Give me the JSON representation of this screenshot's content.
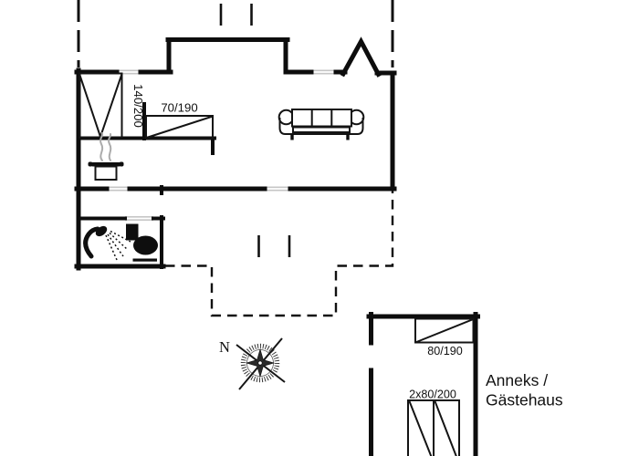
{
  "plan": {
    "type": "holiday-house floor plan",
    "labels": {
      "bed_double_main": "140/200",
      "bed_single_main": "70/190",
      "bed_single_annex": "80/190",
      "bed_double_annex": "2x80/200",
      "annex_line1": "Anneks /",
      "annex_line2": "Gästehaus",
      "compass_north": "N"
    },
    "colors": {
      "wall": "#0d0d0d",
      "furniture_line": "#141414",
      "window_line": "#c6c6c6",
      "steam": "#ababab",
      "background": "#ffffff"
    },
    "icons": [
      "sofa-icon",
      "cooking-pot-icon",
      "shower-icon",
      "toilet-icon",
      "compass-rose-icon"
    ]
  }
}
